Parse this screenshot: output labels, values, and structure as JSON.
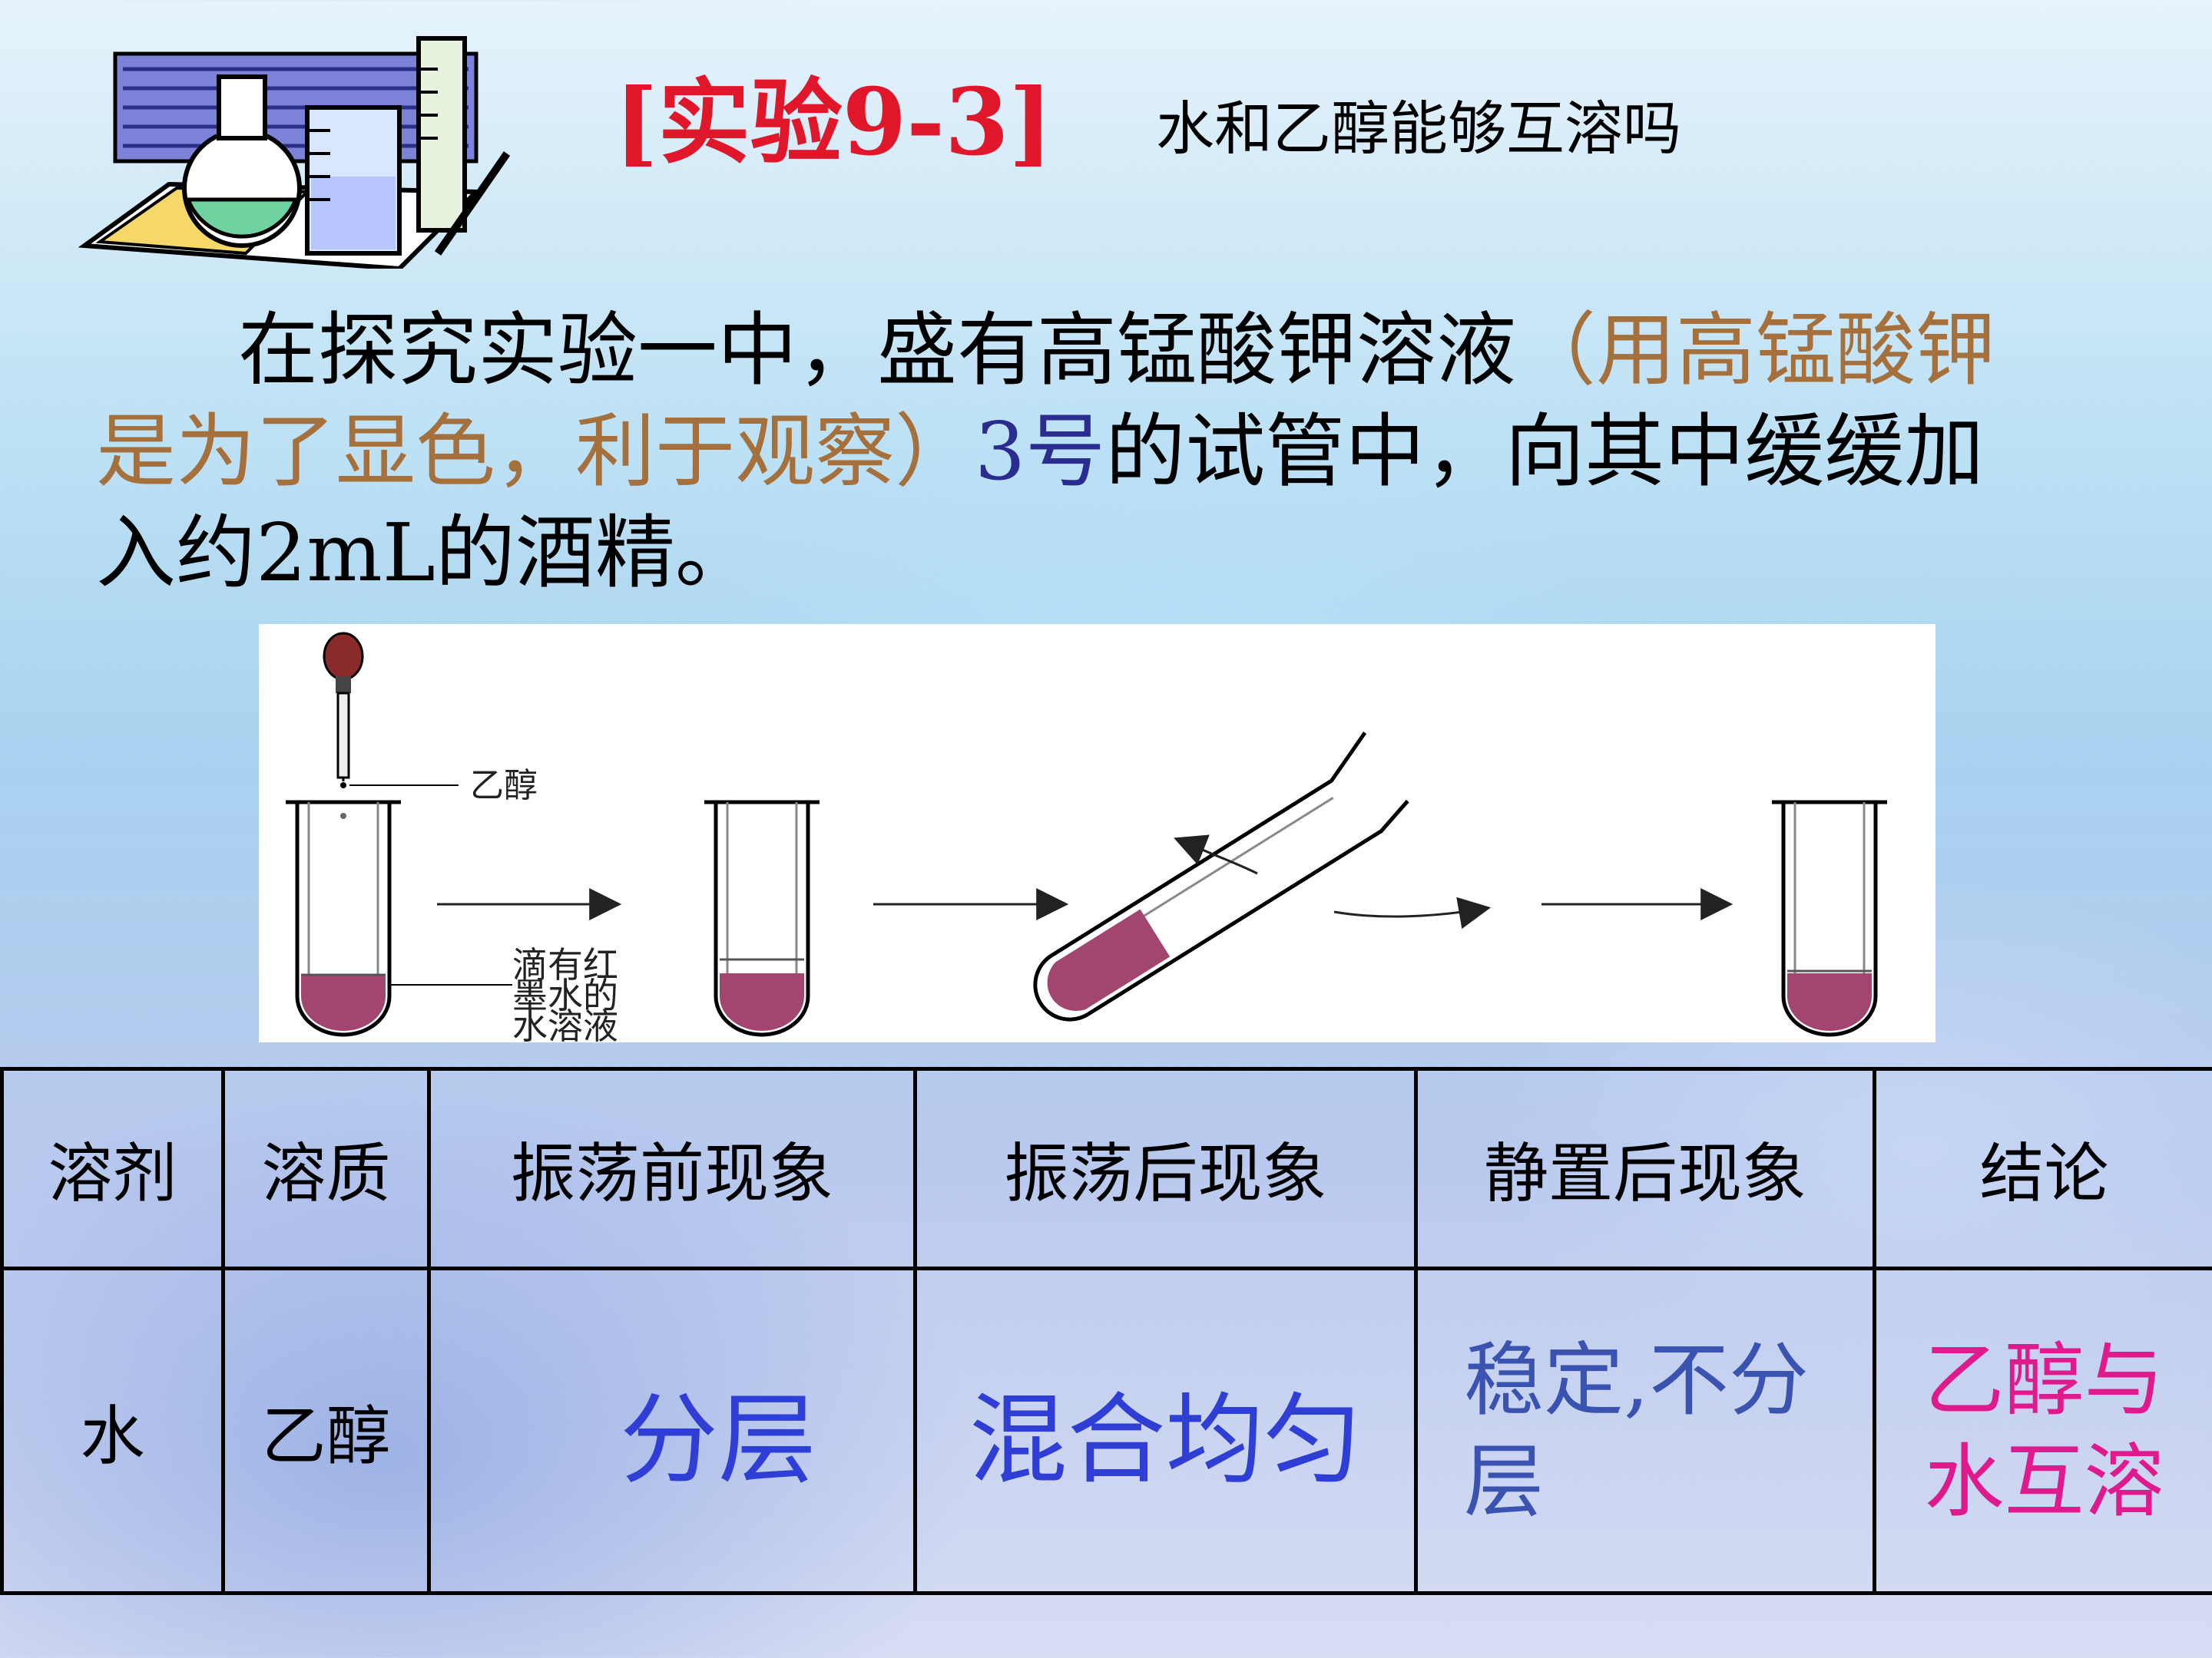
{
  "header": {
    "title": "[实验9-3]",
    "subtitle": "水和乙醇能够互溶吗"
  },
  "paragraph": {
    "part1": "在探究实验一中，盛有高锰酸钾溶液",
    "part2": "（用高锰酸钾是为了显色，利于观察）",
    "part3": "3号",
    "part4": "的试管中，向其中缓缓加入约2mL的酒精。"
  },
  "figure": {
    "label_ethanol": "乙醇",
    "label_solution_line1": "滴有红",
    "label_solution_line2": "墨水的",
    "label_solution_line3": "水溶液"
  },
  "table": {
    "headers": [
      "溶剂",
      "溶质",
      "振荡前现象",
      "振荡后现象",
      "静置后现象",
      "结论"
    ],
    "row": {
      "solvent": "水",
      "solute": "乙醇",
      "before": "分层",
      "after": "混合均匀",
      "rest": "稳定,不分层",
      "conclusion_line1": "乙醇与",
      "conclusion_line2": "水互溶"
    }
  },
  "colors": {
    "title": "#e0162b",
    "brown_text": "#a5703c",
    "navy_text": "#2a2d8f",
    "blue_result": "#2f3ed4",
    "pink_result": "#de1a8c",
    "liquid": "#a2456f"
  },
  "icons": [
    "lab-glassware-icon",
    "dropper-icon",
    "test-tube-icon",
    "arrow-right-icon"
  ]
}
